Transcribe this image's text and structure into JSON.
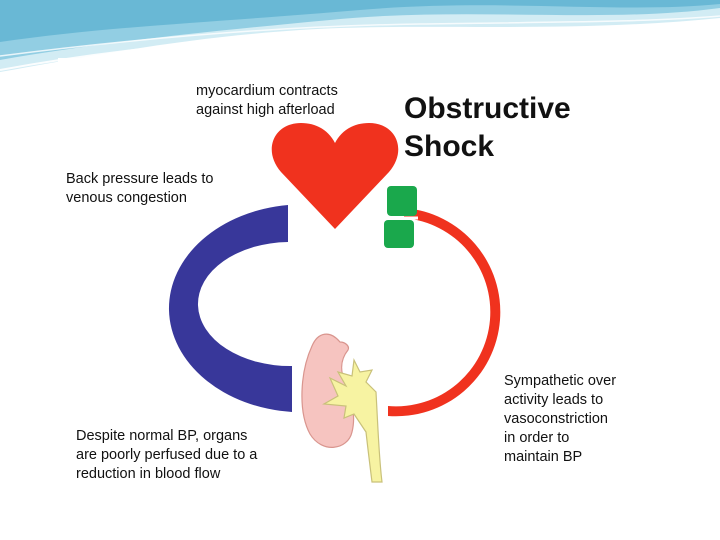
{
  "title": {
    "line1": "Obstructive",
    "line2": "Shock"
  },
  "labels": {
    "myocardium": [
      "myocardium contracts",
      "against high afterload"
    ],
    "back_pressure": [
      "Back pressure leads to",
      "venous congestion"
    ],
    "sympathetic": [
      "Sympathetic over",
      "activity leads to",
      "vasoconstriction",
      "in order to",
      "maintain BP"
    ],
    "perfusion": [
      "Despite normal BP, organs",
      "are poorly perfused due to a",
      "reduction in blood flow"
    ]
  },
  "colors": {
    "heart": "#f0321e",
    "artery": "#f0321e",
    "vein": "#38379a",
    "obstruction": "#1aa84c",
    "kidney": "#f6c4c0",
    "ureter": "#f7f3a2",
    "header_wave_dark": "#5fb3d1",
    "header_wave_light": "#bfe4ef"
  },
  "icons": [
    "heart-icon",
    "obstruction-clamp-icon",
    "kidney-icon"
  ]
}
